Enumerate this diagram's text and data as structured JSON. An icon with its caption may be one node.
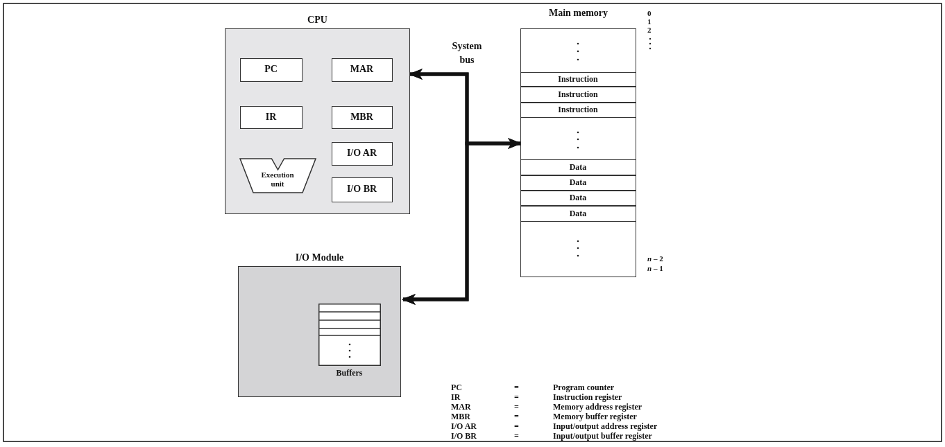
{
  "diagram": {
    "nodes": [
      {
        "text": [
          "CPU"
        ]
      },
      {
        "text": [
          "PC"
        ],
        "in": 0
      },
      {
        "text": [
          "MAR"
        ],
        "in": 0
      },
      {
        "text": [
          "IR"
        ],
        "in": 0
      },
      {
        "text": [
          "MBR"
        ],
        "in": 0
      },
      {
        "text": [
          "I/O AR"
        ],
        "in": 0
      },
      {
        "text": [
          "Execution unit"
        ],
        "in": 0
      },
      {
        "text": [
          "I/O BR"
        ],
        "in": 0
      },
      {
        "text": [
          "Main memory"
        ]
      },
      {
        "text": [
          "Instruction"
        ],
        "in": 8
      },
      {
        "text": [
          "Instruction"
        ],
        "in": 8
      },
      {
        "text": [
          "Instruction"
        ],
        "in": 8
      },
      {
        "text": [
          "Data"
        ],
        "in": 8
      },
      {
        "text": [
          "Data"
        ],
        "in": 8
      },
      {
        "text": [
          "Data"
        ],
        "in": 8
      },
      {
        "text": [
          "Data"
        ],
        "in": 8
      },
      {
        "text": [
          "I/O Module"
        ]
      },
      {
        "text": [
          "Buffers"
        ],
        "in": 16
      }
    ],
    "edges": [
      {
        "from": 0,
        "to": 8,
        "arrow": "both"
      },
      {
        "from": 0,
        "to": 16,
        "arrow": "both"
      },
      {
        "from": 8,
        "to": 16,
        "arrow": "both"
      }
    ],
    "labels": [
      "System bus",
      "0",
      "1",
      "2",
      "*n* – 2",
      "*n* – 1",
      "PC",
      "=",
      "Program counter",
      "IR",
      "=",
      "Instruction register",
      "MAR",
      "=",
      "Memory address register",
      "MBR",
      "=",
      "Memory buffer register",
      "I/O AR",
      "=",
      "Input/output address register",
      "I/O BR",
      "=",
      "Input/output buffer register"
    ]
  }
}
